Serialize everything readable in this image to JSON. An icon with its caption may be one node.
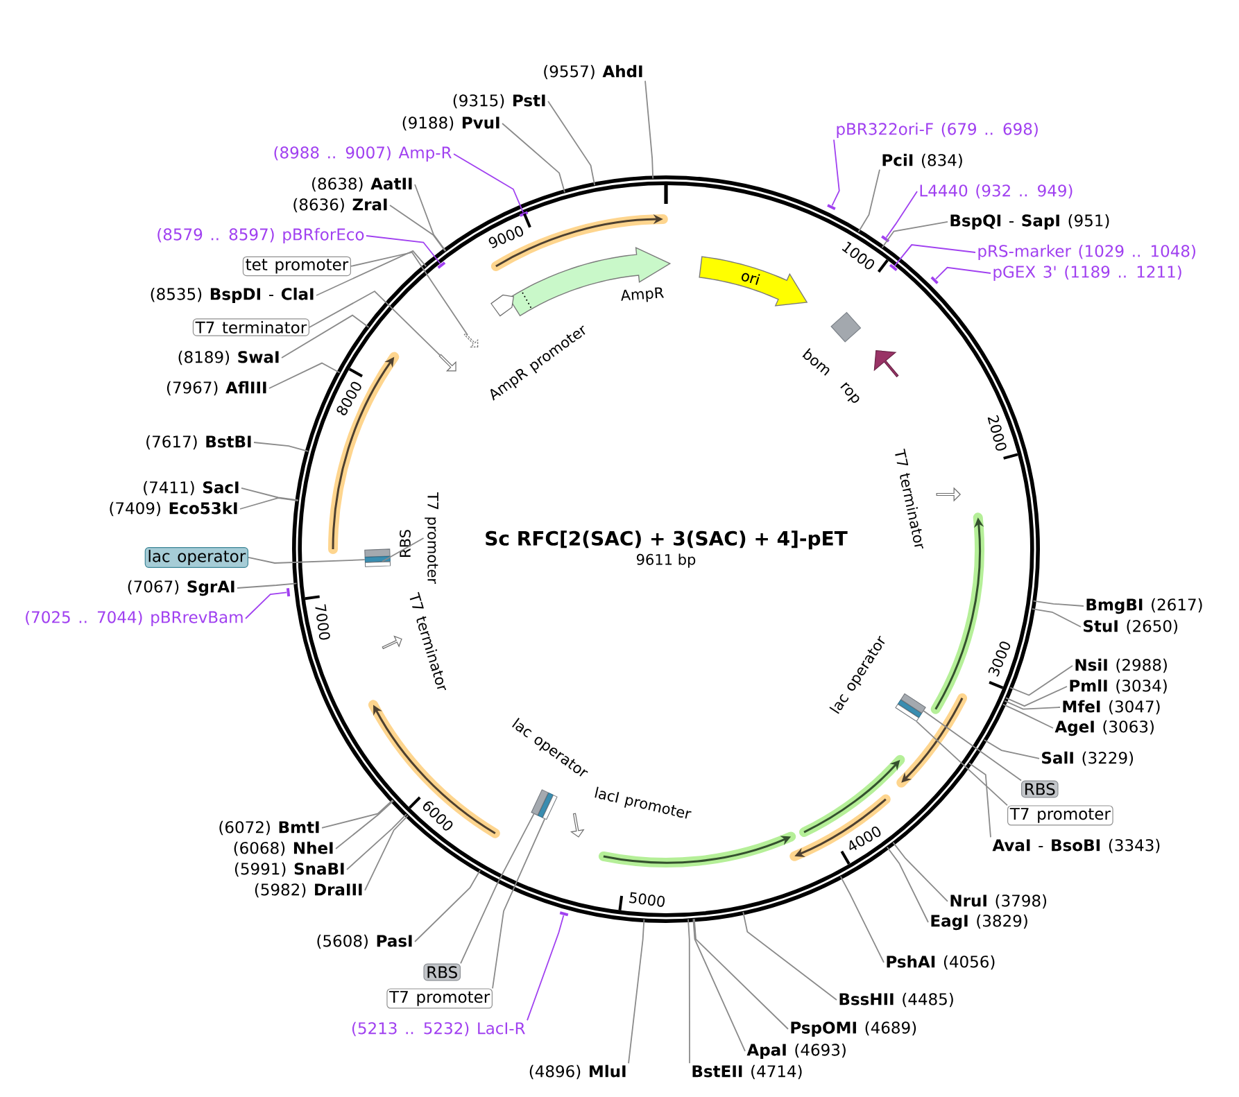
{
  "diagram": {
    "nodes": [
      {
        "text": [
          "Sc RFC[2(SAC) + 3(SAC) + 4]-pET",
          "9611 bp"
        ]
      },
      {
        "text": [],
        "shape": "arrow",
        "in": 0
      },
      {
        "text": [],
        "shape": "arrow",
        "beside": [
          "AmpR"
        ],
        "in": 0
      },
      {
        "text": [
          "ori"
        ],
        "in": 0
      },
      {
        "text": [],
        "shape": "arrow",
        "beside": [
          "AmpR promoter"
        ],
        "in": 0
      },
      {
        "text": [],
        "shape": "arrow",
        "in": 0
      },
      {
        "text": [],
        "shape": "diamond",
        "beside": [
          "bom"
        ],
        "in": 0
      },
      {
        "text": [],
        "shape": "arrow",
        "in": 0
      },
      {
        "text": [],
        "shape": "arrow",
        "beside": [
          "rop"
        ],
        "in": 0
      },
      {
        "text": [],
        "shape": "arrow",
        "in": 0
      },
      {
        "text": [],
        "shape": "arrow",
        "beside": [
          "T7 terminator"
        ],
        "in": 0
      },
      {
        "text": [],
        "shape": "arrow",
        "in": 0
      },
      {
        "text": [],
        "shape": "bar",
        "beside": [
          "RBS"
        ],
        "in": 0
      },
      {
        "text": [],
        "shape": "bar",
        "in": 0
      },
      {
        "text": [],
        "shape": "bar",
        "in": 0
      },
      {
        "text": [
          "T7 promoter"
        ],
        "in": 0
      },
      {
        "text": [],
        "shape": "arrow",
        "beside": [
          "T7 terminator"
        ],
        "in": 0
      },
      {
        "text": [],
        "shape": "arrow",
        "in": 0
      },
      {
        "text": [],
        "shape": "bar",
        "beside": [
          "lac operator"
        ],
        "in": 0
      },
      {
        "text": [],
        "shape": "bar",
        "in": 0
      },
      {
        "text": [],
        "shape": "bar",
        "in": 0
      },
      {
        "text": [],
        "shape": "arrow",
        "in": 0
      },
      {
        "text": [],
        "shape": "bar",
        "beside": [
          "lac operator"
        ],
        "in": 0
      },
      {
        "text": [],
        "shape": "bar",
        "in": 0
      },
      {
        "text": [],
        "shape": "bar",
        "in": 0
      },
      {
        "text": [],
        "shape": "arrow",
        "beside": [
          "lacI promoter"
        ],
        "in": 0
      },
      {
        "text": [],
        "shape": "arrow",
        "in": 0
      },
      {
        "text": [],
        "shape": "arrow",
        "in": 0
      },
      {
        "text": [],
        "shape": "arrow",
        "in": 0
      },
      {
        "text": [
          "(9557) **AhdI**"
        ]
      },
      {
        "text": [
          "(9315) **PstI**"
        ]
      },
      {
        "text": [
          "(9188) **PvuI**"
        ]
      },
      {
        "text": [
          "pBR322ori-F (679 .. 698)"
        ]
      },
      {
        "text": [
          "(8988 .. 9007) Amp-R"
        ]
      },
      {
        "text": [
          "**PciI** (834)"
        ]
      },
      {
        "text": [
          "(8638) **AatII**"
        ]
      },
      {
        "text": [
          "L4440 (932 .. 949)"
        ]
      },
      {
        "text": [
          "(8636) **ZraI**"
        ]
      },
      {
        "text": [
          "**BspQI** - **SapI** (951)"
        ]
      },
      {
        "text": [
          "(8579 .. 8597) pBRforEco"
        ]
      },
      {
        "text": [
          "pRS-marker (1029 .. 1048)"
        ]
      },
      {
        "text": [
          "tet promoter"
        ]
      },
      {
        "text": [
          "pGEX 3' (1189 .. 1211)"
        ]
      },
      {
        "text": [
          "(8535) **BspDI** - **ClaI**"
        ]
      },
      {
        "text": [
          "T7 terminator"
        ]
      },
      {
        "text": [
          "(8189) **SwaI**"
        ]
      },
      {
        "text": [
          "(7967) **AflIII**"
        ]
      },
      {
        "text": [
          "(7617) **BstBI**"
        ]
      },
      {
        "text": [
          "(7411) **SacI**"
        ]
      },
      {
        "text": [
          "(7409) **Eco53kI**"
        ]
      },
      {
        "text": [
          "lac operator"
        ]
      },
      {
        "text": [
          "(7067) **SgrAI**"
        ]
      },
      {
        "text": [
          "**BmgBI** (2617)"
        ]
      },
      {
        "text": [
          "(7025 .. 7044) pBRrevBam"
        ]
      },
      {
        "text": [
          "**StuI** (2650)"
        ]
      },
      {
        "text": [
          "**NsiI** (2988)"
        ]
      },
      {
        "text": [
          "**PmlI** (3034)"
        ]
      },
      {
        "text": [
          "**MfeI** (3047)"
        ]
      },
      {
        "text": [
          "**AgeI** (3063)"
        ]
      },
      {
        "text": [
          "**SalI** (3229)"
        ]
      },
      {
        "text": [
          "RBS"
        ]
      },
      {
        "text": [
          "T7 promoter"
        ]
      },
      {
        "text": [
          "(6072) **BmtI**"
        ]
      },
      {
        "text": [
          "**AvaI** - **BsoBI** (3343)"
        ]
      },
      {
        "text": [
          "(6068) **NheI**"
        ]
      },
      {
        "text": [
          "(5991) **SnaBI**"
        ]
      },
      {
        "text": [
          "(5982) **DraIII**"
        ]
      },
      {
        "text": [
          "**NruI** (3798)"
        ]
      },
      {
        "text": [
          "**EagI** (3829)"
        ]
      },
      {
        "text": [
          "(5608) **PasI**"
        ]
      },
      {
        "text": [
          "**PshAI** (4056)"
        ]
      },
      {
        "text": [
          "RBS"
        ]
      },
      {
        "text": [
          "T7 promoter"
        ]
      },
      {
        "text": [
          "**BssHII** (4485)"
        ]
      },
      {
        "text": [
          "(5213 .. 5232) LacI-R"
        ]
      },
      {
        "text": [
          "**PspOMI** (4689)"
        ]
      },
      {
        "text": [
          "**ApaI** (4693)"
        ]
      },
      {
        "text": [
          "(4896) **MluI**"
        ]
      },
      {
        "text": [
          "**BstEII** (4714)"
        ]
      },
      {
        "text": [],
        "shape": "bar",
        "in": 0
      },
      {
        "text": [],
        "shape": "bar",
        "in": 0
      },
      {
        "text": [],
        "shape": "bar",
        "in": 0
      },
      {
        "text": [],
        "shape": "bar",
        "in": 0
      },
      {
        "text": [],
        "shape": "bar",
        "in": 0
      },
      {
        "text": [],
        "shape": "bar",
        "in": 0
      },
      {
        "text": [],
        "shape": "bar"
      },
      {
        "text": [],
        "shape": "bar",
        "in": 0
      }
    ],
    "edges": [
      {
        "from": 29,
        "to": 0,
        "arrow": "none"
      },
      {
        "from": 30,
        "to": 0,
        "arrow": "none"
      },
      {
        "from": 31,
        "to": 0,
        "arrow": "none"
      },
      {
        "from": 32,
        "to": 79,
        "arrow": "none",
        "color": "#a040f0"
      },
      {
        "from": 33,
        "to": 80,
        "arrow": "none",
        "color": "#a040f0"
      },
      {
        "from": 34,
        "to": 0,
        "arrow": "none"
      },
      {
        "from": 35,
        "to": 0,
        "arrow": "none"
      },
      {
        "from": 36,
        "to": 81,
        "arrow": "none",
        "color": "#a040f0"
      },
      {
        "from": 37,
        "to": 0,
        "arrow": "none"
      },
      {
        "from": 38,
        "to": 0,
        "arrow": "none"
      },
      {
        "from": 39,
        "to": 82,
        "arrow": "none",
        "color": "#a040f0"
      },
      {
        "from": 40,
        "to": 83,
        "arrow": "none",
        "color": "#a040f0"
      },
      {
        "from": 41,
        "to": 5,
        "arrow": "none"
      },
      {
        "from": 42,
        "to": 84,
        "arrow": "none",
        "color": "#a040f0"
      },
      {
        "from": 43,
        "to": 0,
        "arrow": "none"
      },
      {
        "from": 44,
        "to": 7,
        "arrow": "none"
      },
      {
        "from": 45,
        "to": 0,
        "arrow": "none"
      },
      {
        "from": 46,
        "to": 0,
        "arrow": "none"
      },
      {
        "from": 47,
        "to": 0,
        "arrow": "none"
      },
      {
        "from": 48,
        "to": 0,
        "arrow": "none"
      },
      {
        "from": 49,
        "to": 0,
        "arrow": "none"
      },
      {
        "from": 50,
        "to": 13,
        "arrow": "none"
      },
      {
        "from": 51,
        "to": 0,
        "arrow": "none"
      },
      {
        "from": 52,
        "to": 0,
        "arrow": "none"
      },
      {
        "from": 53,
        "to": 85,
        "arrow": "none",
        "color": "#a040f0"
      },
      {
        "from": 54,
        "to": 0,
        "arrow": "none"
      },
      {
        "from": 55,
        "to": 0,
        "arrow": "none"
      },
      {
        "from": 56,
        "to": 0,
        "arrow": "none"
      },
      {
        "from": 57,
        "to": 0,
        "arrow": "none"
      },
      {
        "from": 58,
        "to": 0,
        "arrow": "none"
      },
      {
        "from": 59,
        "to": 0,
        "arrow": "none"
      },
      {
        "from": 60,
        "to": 19,
        "arrow": "none"
      },
      {
        "from": 61,
        "to": 20,
        "arrow": "none"
      },
      {
        "from": 62,
        "to": 0,
        "arrow": "none"
      },
      {
        "from": 63,
        "to": 0,
        "arrow": "none"
      },
      {
        "from": 64,
        "to": 0,
        "arrow": "none"
      },
      {
        "from": 65,
        "to": 0,
        "arrow": "none"
      },
      {
        "from": 66,
        "to": 0,
        "arrow": "none"
      },
      {
        "from": 67,
        "to": 0,
        "arrow": "none"
      },
      {
        "from": 68,
        "to": 0,
        "arrow": "none"
      },
      {
        "from": 69,
        "to": 0,
        "arrow": "none"
      },
      {
        "from": 70,
        "to": 0,
        "arrow": "none"
      },
      {
        "from": 71,
        "to": 23,
        "arrow": "none"
      },
      {
        "from": 72,
        "to": 24,
        "arrow": "none"
      },
      {
        "from": 73,
        "to": 0,
        "arrow": "none"
      },
      {
        "from": 74,
        "to": 86,
        "arrow": "none",
        "color": "#a040f0"
      },
      {
        "from": 75,
        "to": 0,
        "arrow": "none"
      },
      {
        "from": 76,
        "to": 0,
        "arrow": "none"
      },
      {
        "from": 77,
        "to": 0,
        "arrow": "none"
      },
      {
        "from": 78,
        "to": 0,
        "arrow": "none"
      },
      {
        "from": 15,
        "to": 14,
        "arrow": "none"
      }
    ],
    "labels": [
      "1000",
      "2000",
      "3000",
      "4000",
      "5000",
      "6000",
      "7000",
      "8000",
      "9000"
    ]
  }
}
